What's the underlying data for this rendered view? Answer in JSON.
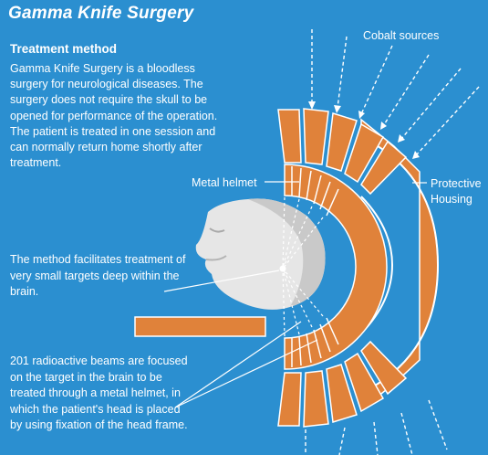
{
  "title": "Gamma Knife Surgery",
  "treatment": {
    "heading": "Treatment method",
    "body": "Gamma Knife Surgery is a bloodless surgery for neurological diseases. The surgery does not require the skull to be opened for performance of the operation. The patient is treated in one session and can normally return home shortly after treatment."
  },
  "labels": {
    "cobalt_sources": "Cobalt sources",
    "metal_helmet": "Metal helmet",
    "protective_housing_line1": "Protective",
    "protective_housing_line2": "Housing",
    "method_note": "The method facilitates treatment of very small targets deep within the brain.",
    "beams_note": "201 radioactive beams are focused on the target in the brain to be treated through a metal helmet, in which the patient's head is placed by using fixation of the head frame."
  },
  "colors": {
    "background": "#2b8fd0",
    "device_orange": "#e0823a",
    "outline": "#ffffff"
  }
}
